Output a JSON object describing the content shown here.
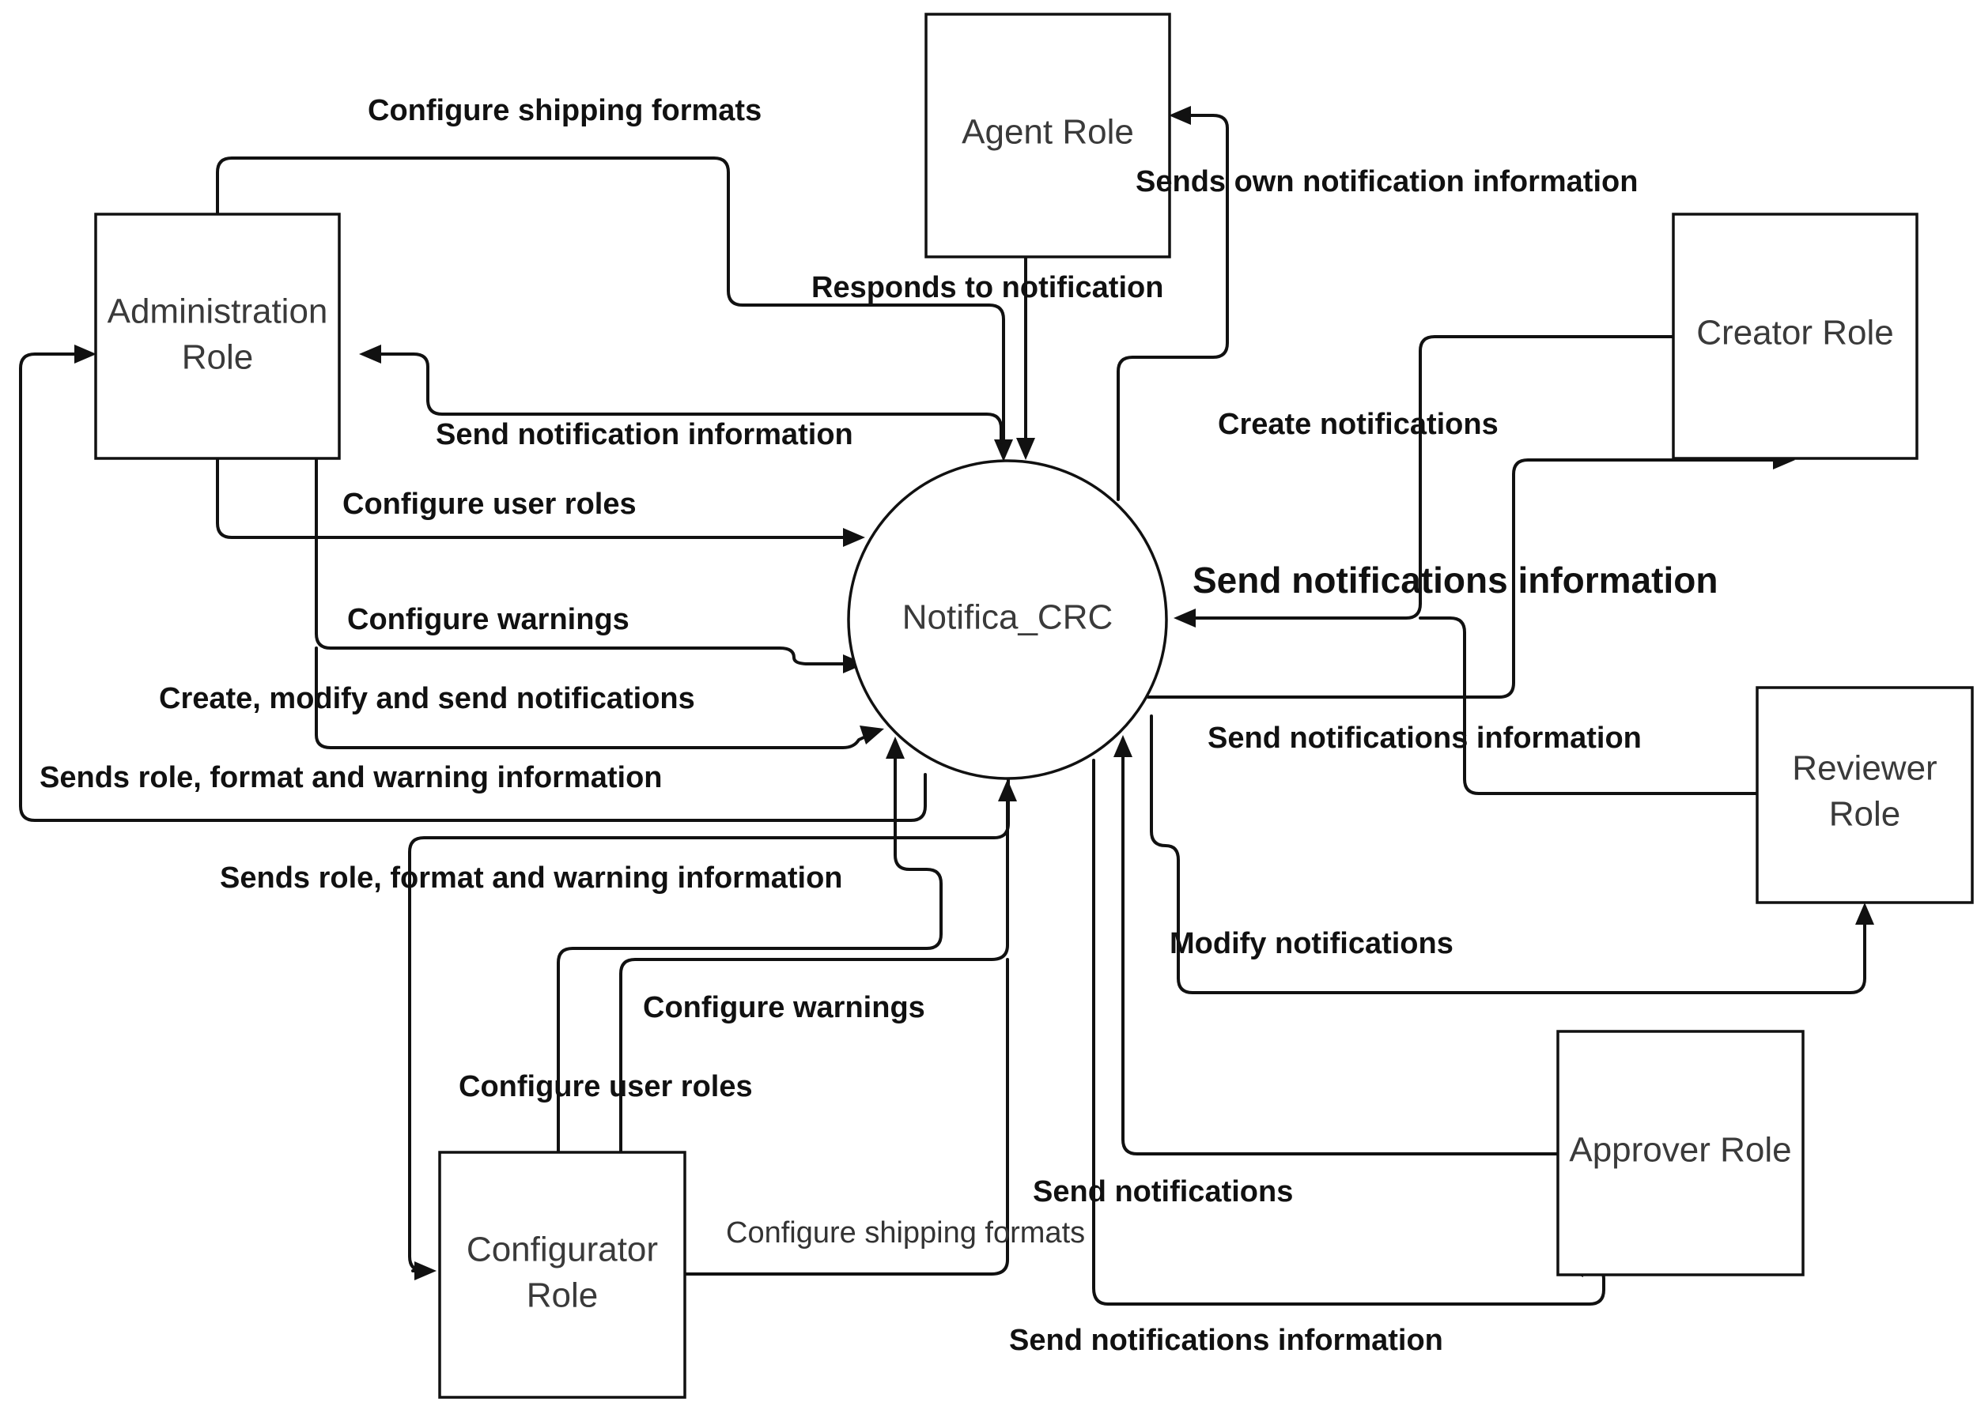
{
  "entities": {
    "administration_line1": "Administration",
    "administration_line2": "Role",
    "agent": "Agent Role",
    "creator": "Creator Role",
    "reviewer_line1": "Reviewer",
    "reviewer_line2": "Role",
    "approver": "Approver Role",
    "configurator_line1": "Configurator",
    "configurator_line2": "Role"
  },
  "process": {
    "name": "Notifica_CRC"
  },
  "flows": {
    "admin_configure_shipping_formats": "Configure shipping formats",
    "agent_sends_own_notification_info": "Sends own notification information",
    "agent_responds_to_notification": "Responds to notification",
    "admin_send_notification_information": "Send notification information",
    "creator_create_notifications": "Create notifications",
    "admin_configure_user_roles": "Configure user roles",
    "creator_send_notifications_information": "Send notifications information",
    "admin_configure_warnings": "Configure warnings",
    "admin_create_modify_send_notifications": "Create, modify and send notifications",
    "reviewer_send_notifications_information": "Send notifications information",
    "admin_sends_role_format_warning_info": "Sends role, format and warning information",
    "configurator_sends_role_format_warning_info": "Sends role, format and warning information",
    "reviewer_modify_notifications": "Modify notifications",
    "configurator_configure_warnings": "Configure warnings",
    "configurator_configure_user_roles": "Configure user roles",
    "approver_send_notifications": "Send notifications",
    "configurator_configure_shipping_formats": "Configure shipping formats",
    "approver_send_notifications_information": "Send notifications information"
  }
}
